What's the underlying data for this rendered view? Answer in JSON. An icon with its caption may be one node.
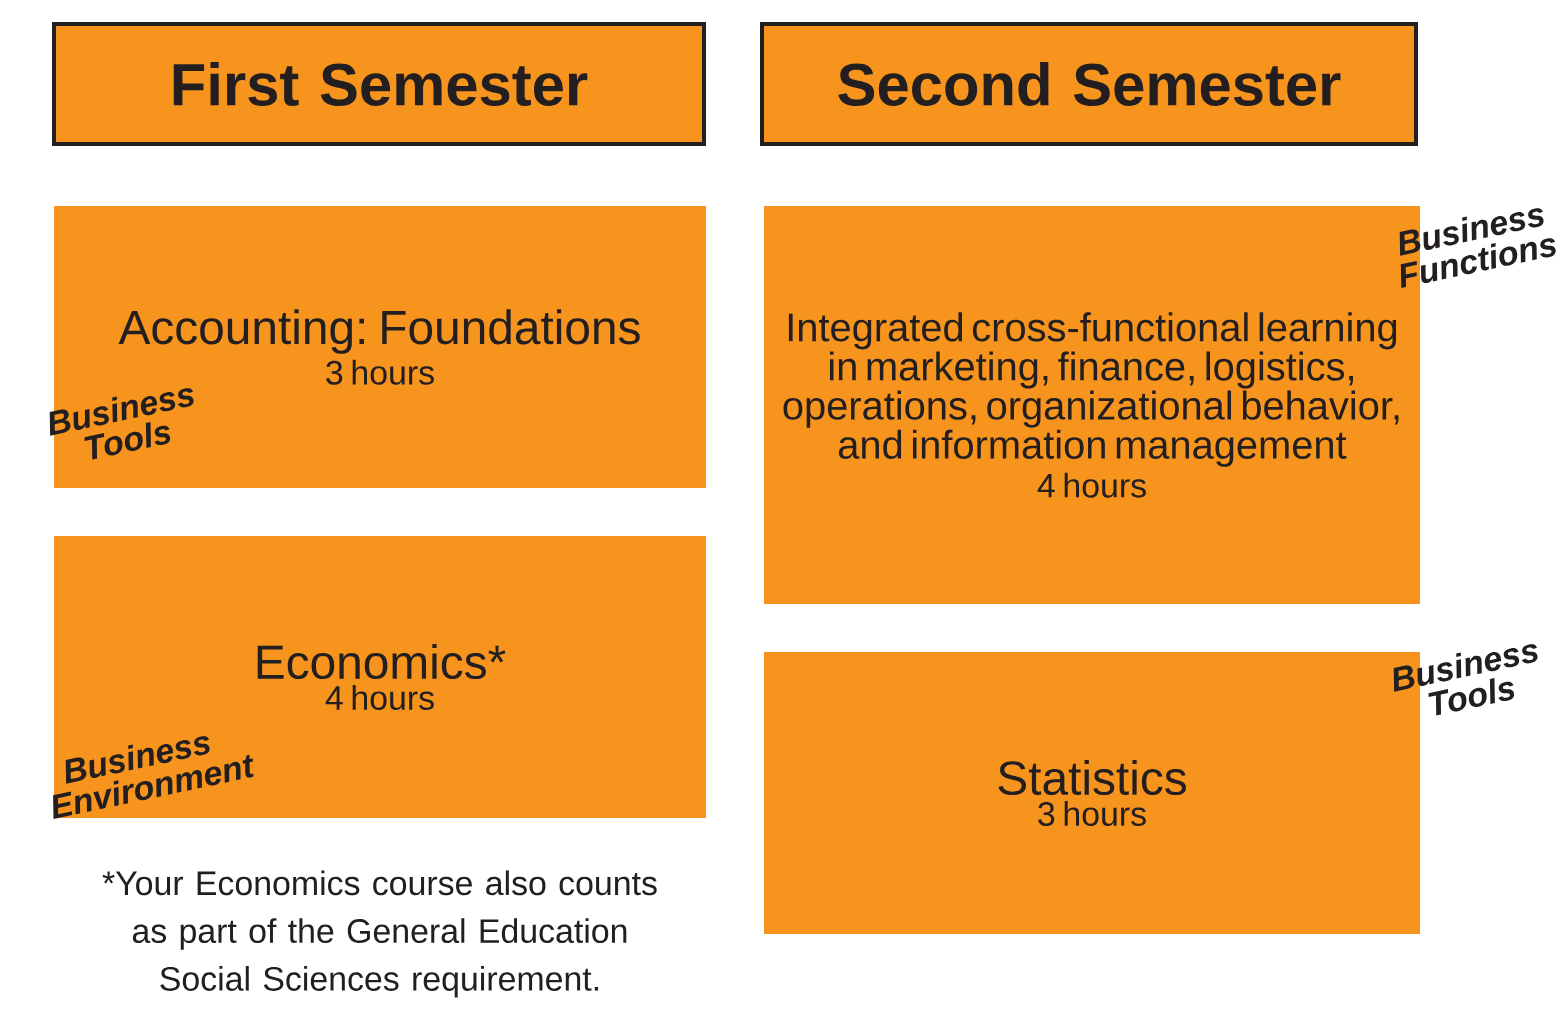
{
  "diagram": {
    "nodes": [
      {
        "text": [
          "First Semester"
        ]
      },
      {
        "text": [
          "Second Semester"
        ]
      },
      {
        "text": [
          "Accounting: Foundations",
          "3 hours",
          "Business Tools"
        ]
      },
      {
        "text": [
          "Integrated cross-functional learning in marketing, finance, logistics, operations, organizational behavior, and information management",
          "4 hours"
        ],
        "beside": [
          "Business Functions"
        ]
      },
      {
        "text": [
          "Economics*",
          "4 hours",
          "Business Environment"
        ]
      },
      {
        "text": [
          "Statistics",
          "3 hours"
        ],
        "beside": [
          "Business Tools"
        ]
      }
    ],
    "labels": [
      "*Your Economics course also counts as part of the General Education Social Sciences requirement."
    ]
  }
}
